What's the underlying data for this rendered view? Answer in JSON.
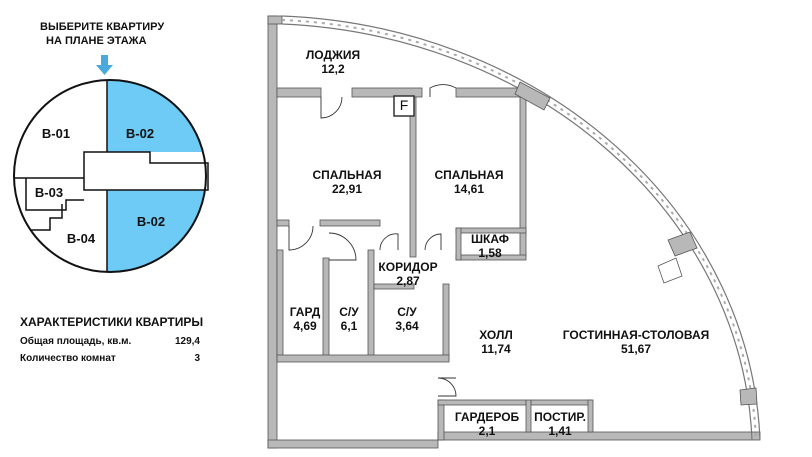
{
  "selector": {
    "title_line1": "ВЫБЕРИТЕ КВАРТИРУ",
    "title_line2": "НА ПЛАНЕ ЭТАЖА",
    "units": [
      "В-01",
      "В-02",
      "В-03",
      "В-04",
      "В-02"
    ],
    "selected_color": "#6ecbf5"
  },
  "characteristics": {
    "title": "ХАРАКТЕРИСТИКИ КВАРТИРЫ",
    "rows": [
      {
        "label": "Общая площадь, кв.м.",
        "value": "129,4"
      },
      {
        "label": "Количество комнат",
        "value": "3"
      }
    ]
  },
  "rooms": [
    {
      "name": "ЛОДЖИЯ",
      "area": "12,2"
    },
    {
      "name": "СПАЛЬНАЯ",
      "area": "22,91"
    },
    {
      "name": "СПАЛЬНАЯ",
      "area": "14,61"
    },
    {
      "name": "ШКАФ",
      "area": "1,58"
    },
    {
      "name": "КОРИДОР",
      "area": "2,87"
    },
    {
      "name": "ГАРД",
      "area": "4,69"
    },
    {
      "name": "С/У",
      "area": "6,1"
    },
    {
      "name": "С/У",
      "area": "3,64"
    },
    {
      "name": "ХОЛЛ",
      "area": "11,74"
    },
    {
      "name": "ГОСТИННАЯ-СТОЛОВАЯ",
      "area": "51,67"
    },
    {
      "name": "ГАРДЕРОБ",
      "area": "2,1"
    },
    {
      "name": "ПОСТИР.",
      "area": "1,41"
    }
  ],
  "shaft_label": "F",
  "wall_color": "#b8b8b8"
}
